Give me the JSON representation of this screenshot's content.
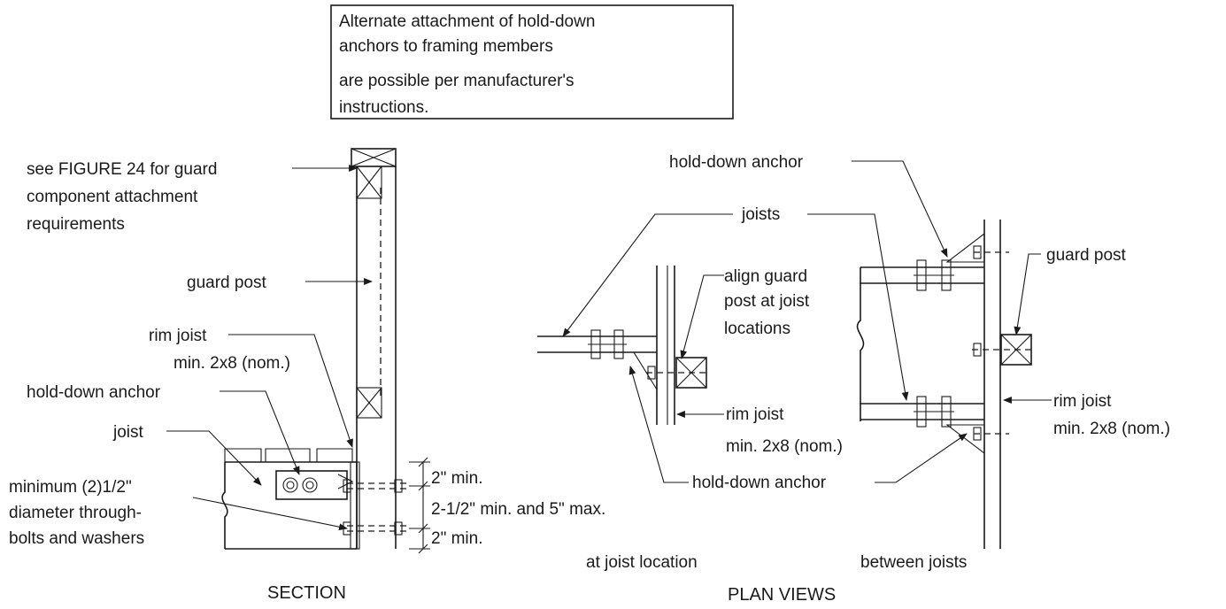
{
  "note": {
    "line1": "Alternate attachment of hold-down",
    "line2": "anchors to framing members",
    "line3": "are possible per manufacturer's",
    "line4": "instructions."
  },
  "section": {
    "caption": "SECTION",
    "figure_ref": [
      "see FIGURE 24 for guard",
      "component attachment",
      "requirements"
    ],
    "guard_post": "guard post",
    "rim_joist": [
      "rim joist",
      "min. 2x8 (nom.)"
    ],
    "hold_down": "hold-down anchor",
    "joist": "joist",
    "bolts": [
      "minimum (2)1/2\"",
      "diameter through-",
      "bolts and washers"
    ],
    "dim_top": "2\" min.",
    "dim_mid": "2-1/2\" min. and 5\" max.",
    "dim_bot": "2\" min."
  },
  "plan": {
    "caption": "PLAN VIEWS",
    "joists": "joists",
    "hold_down_top": "hold-down anchor",
    "guard_post": "guard post",
    "align": [
      "align guard",
      "post at joist",
      "locations"
    ],
    "rim_joist_left": [
      "rim joist",
      "min. 2x8 (nom.)"
    ],
    "rim_joist_right": [
      "rim joist",
      "min. 2x8 (nom.)"
    ],
    "hold_down_bottom": "hold-down anchor",
    "at_joist": "at joist location",
    "between": "between joists"
  }
}
